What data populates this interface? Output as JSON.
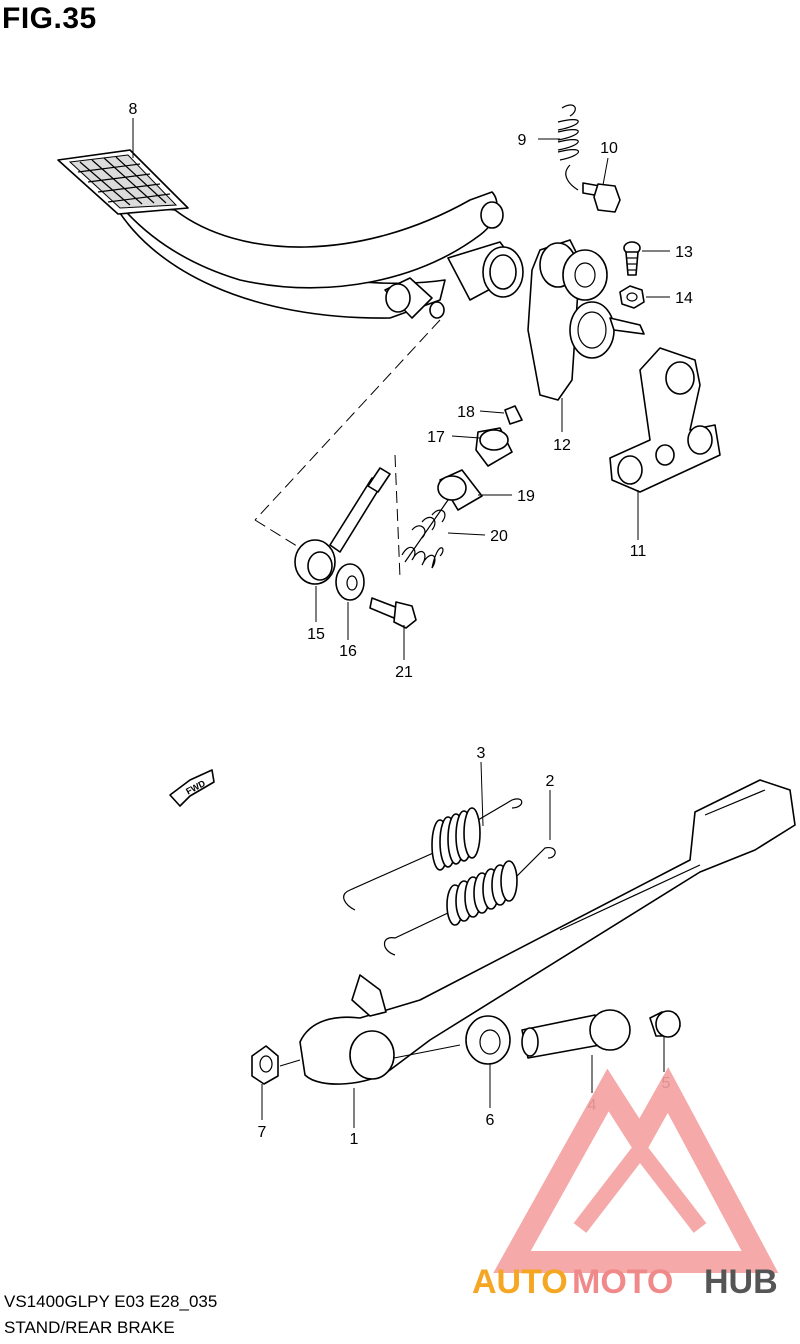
{
  "figure": {
    "title": "FIG.35"
  },
  "footer": {
    "model": "VS1400GLPY E03 E28_035",
    "caption": "STAND/REAR BRAKE"
  },
  "callouts": [
    "1",
    "2",
    "3",
    "4",
    "5",
    "6",
    "7",
    "8",
    "9",
    "10",
    "11",
    "12",
    "13",
    "14",
    "15",
    "16",
    "17",
    "18",
    "19",
    "20",
    "21"
  ],
  "arrow": {
    "label": "FWD"
  },
  "watermark": {
    "part1": "AUTO",
    "part2": "MOTO",
    "part3": "HUB",
    "colors": {
      "auto": "#f5a623",
      "moto": "#f08a8a",
      "hub": "#555555",
      "logo": "#f4a0a0"
    }
  }
}
